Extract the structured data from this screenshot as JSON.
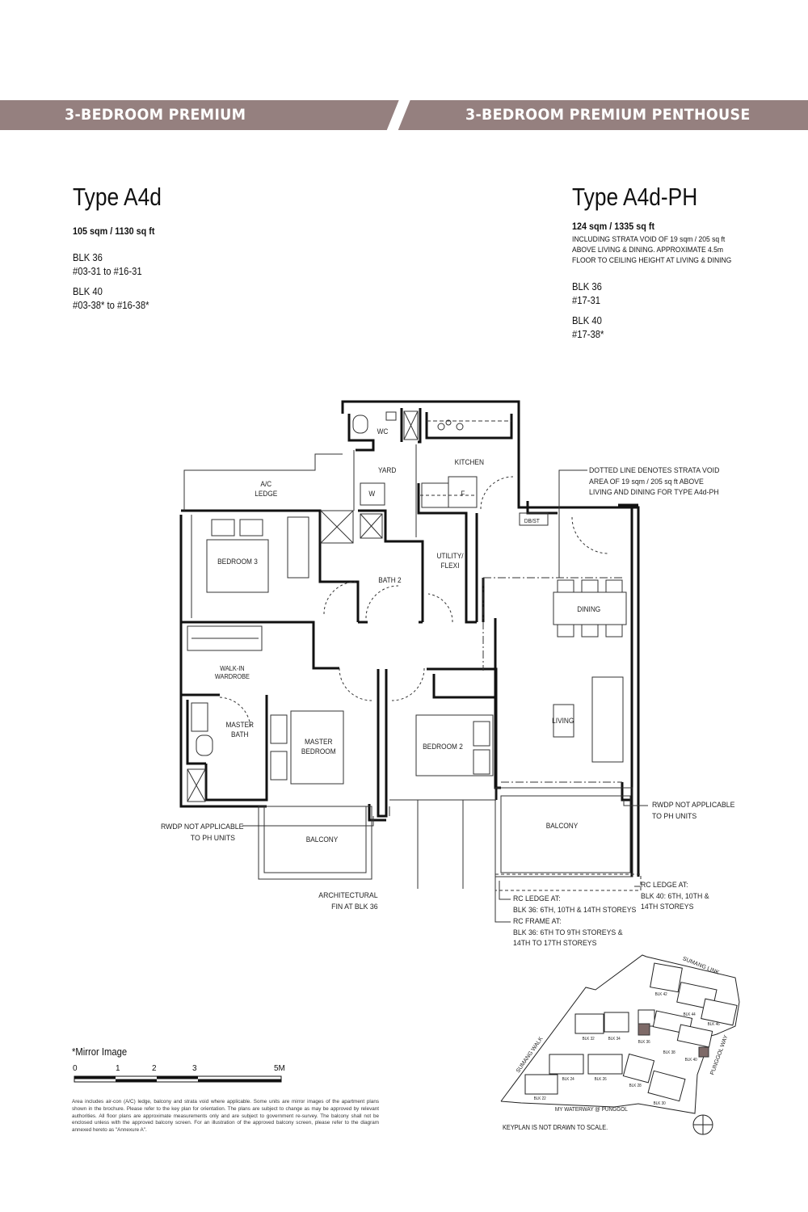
{
  "header": {
    "left_title": "3-BEDROOM PREMIUM",
    "right_title": "3-BEDROOM PREMIUM PENTHOUSE",
    "banner_color": "#95807f"
  },
  "unit_left": {
    "type": "Type A4d",
    "area": "105 sqm / 1130 sq ft",
    "blocks": [
      {
        "block": "BLK 36",
        "units": "#03-31 to #16-31"
      },
      {
        "block": "BLK 40",
        "units": "#03-38* to #16-38*"
      }
    ]
  },
  "unit_right": {
    "type": "Type A4d-PH",
    "area": "124 sqm / 1335 sq ft",
    "notes": [
      "INCLUDING STRATA VOID OF 19 sqm / 205 sq ft",
      "ABOVE LIVING & DINING. APPROXIMATE 4.5m",
      "FLOOR TO CEILING HEIGHT AT LIVING & DINING"
    ],
    "blocks": [
      {
        "block": "BLK 36",
        "units": "#17-31"
      },
      {
        "block": "BLK 40",
        "units": "#17-38*"
      }
    ]
  },
  "floorplan": {
    "rooms": {
      "wc": "WC",
      "yard": "YARD",
      "kitchen": "KITCHEN",
      "ac_ledge": [
        "A/C",
        "LEDGE"
      ],
      "washer": "W",
      "fridge": "F",
      "dbst": "DB/ST",
      "bedroom3": "BEDROOM 3",
      "bath2": "BATH 2",
      "utility": [
        "UTILITY/",
        "FLEXI"
      ],
      "dining": "DINING",
      "walkin": [
        "WALK-IN",
        "WARDROBE"
      ],
      "master_bath": [
        "MASTER",
        "BATH"
      ],
      "master_bedroom": [
        "MASTER",
        "BEDROOM"
      ],
      "bedroom2": "BEDROOM 2",
      "living": "LIVING",
      "balcony_left": "BALCONY",
      "balcony_right": "BALCONY"
    },
    "annotations": {
      "strata_void": [
        "DOTTED LINE DENOTES STRATA VOID",
        "AREA OF 19 sqm / 205 sq ft ABOVE",
        "LIVING AND DINING FOR TYPE A4d-PH"
      ],
      "rwdp_right": [
        "RWDP NOT APPLICABLE",
        "TO PH UNITS"
      ],
      "rwdp_left": [
        "RWDP NOT APPLICABLE",
        "TO PH UNITS"
      ],
      "arch_fin": [
        "ARCHITECTURAL",
        "FIN AT BLK 36"
      ],
      "rc_ledge_blk36": [
        "RC LEDGE AT:",
        "BLK 36: 6TH, 10TH & 14TH STOREYS"
      ],
      "rc_frame_blk36": [
        "RC FRAME AT:",
        "BLK 36: 6TH TO 9TH STOREYS &",
        "14TH TO 17TH STOREYS"
      ],
      "rc_ledge_blk40": [
        "RC LEDGE AT:",
        "BLK 40:  6TH, 10TH &",
        "14TH STOREYS"
      ]
    }
  },
  "scale": {
    "note": "*Mirror Image",
    "ticks": [
      "0",
      "1",
      "2",
      "3",
      "5M"
    ]
  },
  "disclaimer": "Area includes air-con (A/C) ledge, balcony and strata void where applicable. Some units are mirror images of the apartment plans shown in the brochure. Please refer to the key plan for orientation. The plans are subject to change as may be approved by relevant authorities. All floor plans are approximate measurements only and are subject to government re-survey. The balcony shall not be enclosed unless with the approved balcony screen. For an illustration of the approved balcony screen, please refer to the diagram annexed hereto as \"Annexure A\".",
  "keyplan": {
    "roads": [
      "SUMANG LINK",
      "SUMANG WALK",
      "PUNGGOL WAY",
      "MY WATERWAY @ PUNGGOL"
    ],
    "blocks": [
      "BLK 22",
      "BLK 24",
      "BLK 26",
      "BLK 28",
      "BLK 30",
      "BLK 32",
      "BLK 34",
      "BLK 36",
      "BLK 38",
      "BLK 40",
      "BLK 42",
      "BLK 44",
      "BLK 46"
    ],
    "highlight_color": "#7e6a68",
    "note": "KEYPLAN IS NOT DRAWN TO SCALE."
  }
}
